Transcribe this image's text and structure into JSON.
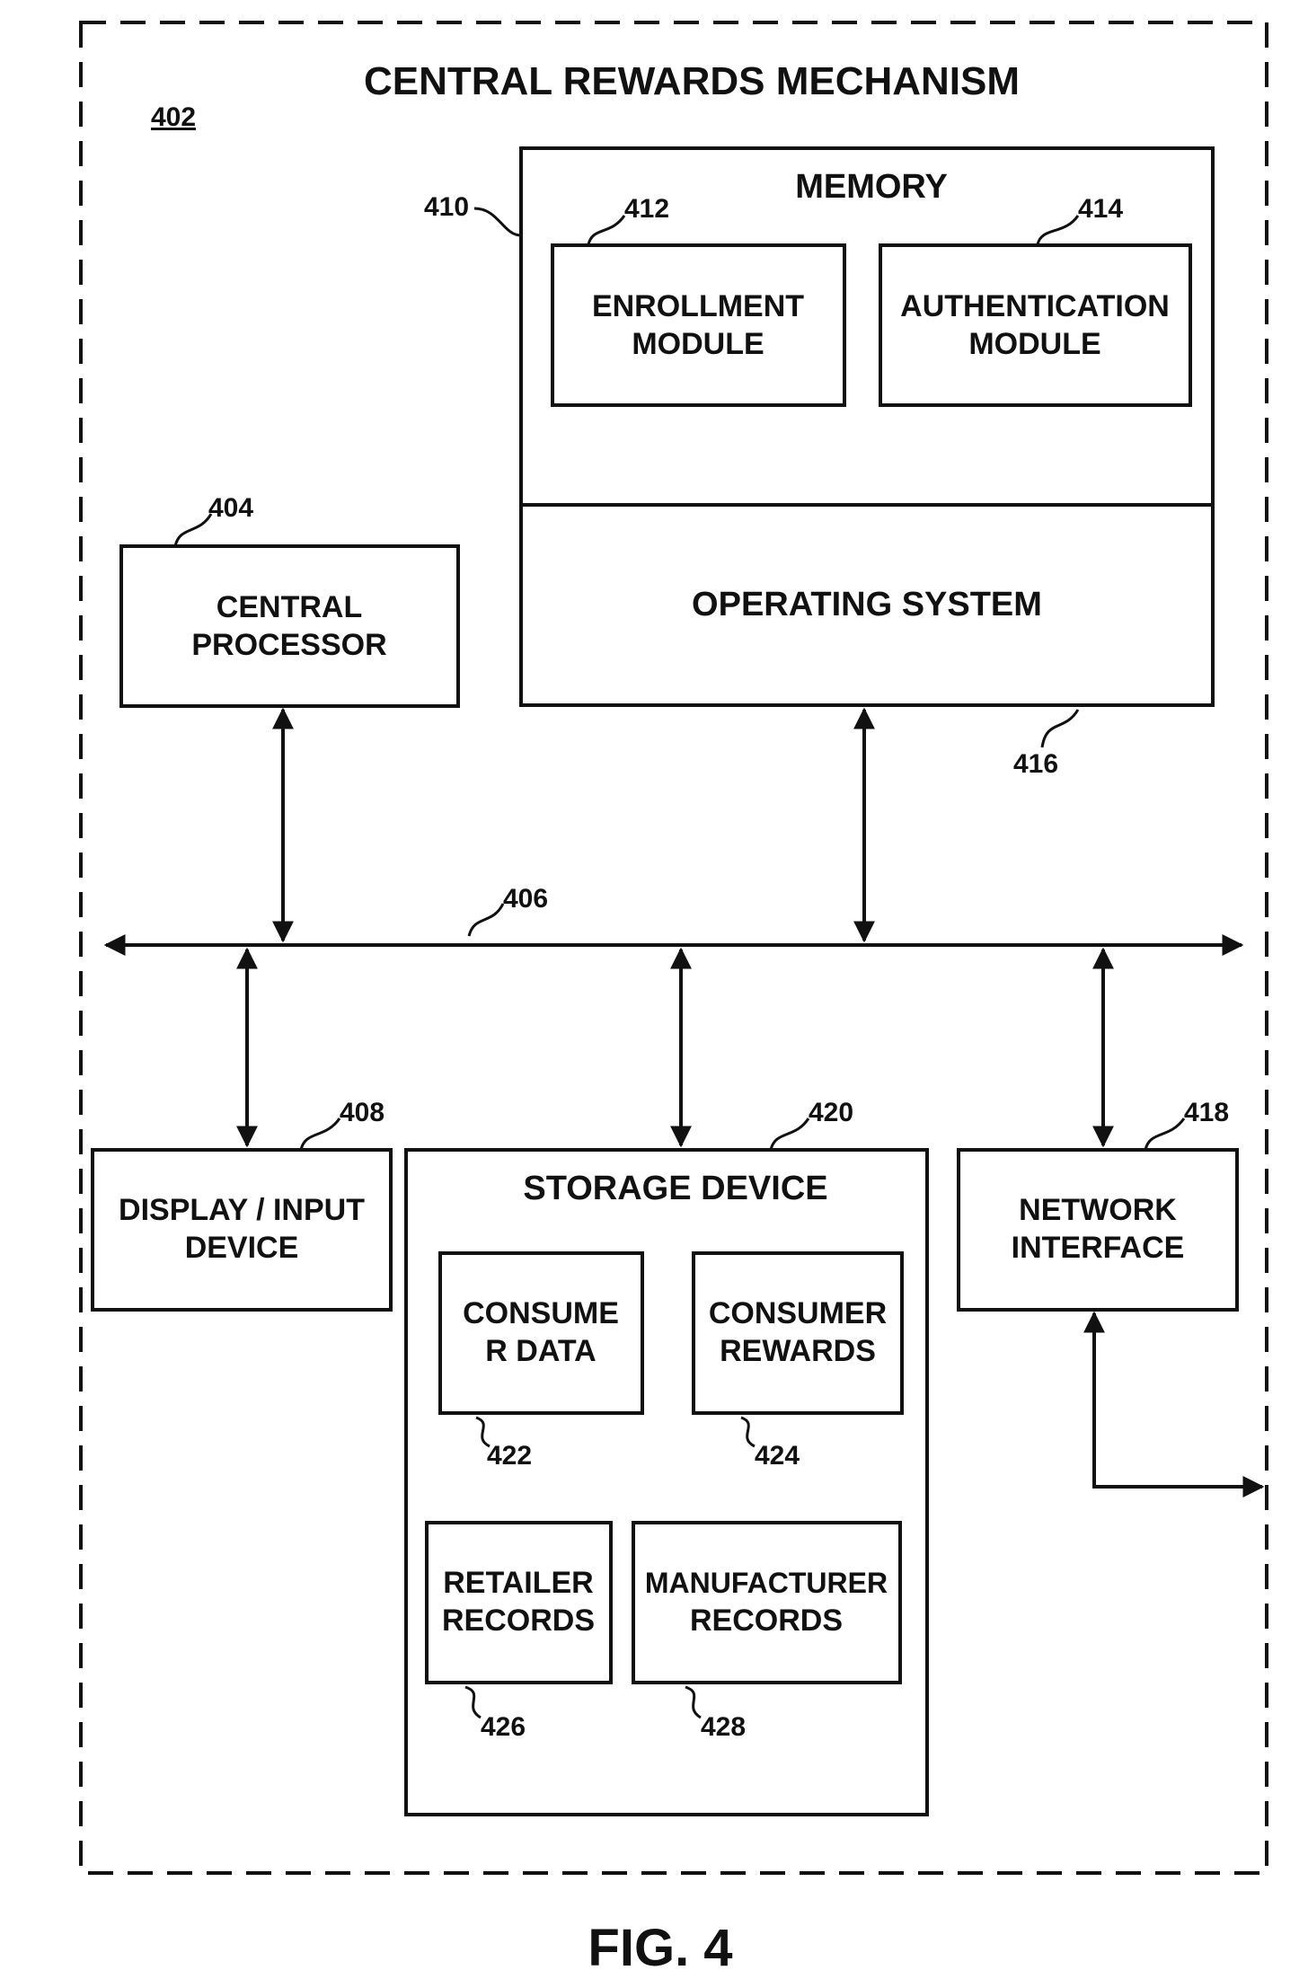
{
  "title": "CENTRAL REWARDS MECHANISM",
  "figure_label": "FIG. 4",
  "mechanism_ref": "402",
  "memory": {
    "ref": "410",
    "title": "MEMORY",
    "enrollment": {
      "ref": "412",
      "line1": "ENROLLMENT",
      "line2": "MODULE"
    },
    "authentication": {
      "ref": "414",
      "line1": "AUTHENTICATION",
      "line2": "MODULE"
    },
    "os": {
      "ref": "416",
      "label": "OPERATING SYSTEM"
    }
  },
  "processor": {
    "ref": "404",
    "line1": "CENTRAL",
    "line2": "PROCESSOR"
  },
  "bus": {
    "ref": "406"
  },
  "display": {
    "ref": "408",
    "line1": "DISPLAY / INPUT",
    "line2": "DEVICE"
  },
  "storage": {
    "ref": "420",
    "title": "STORAGE DEVICE",
    "consumer_data": {
      "ref": "422",
      "line1": "CONSUME",
      "line2": "R DATA"
    },
    "consumer_rewards": {
      "ref": "424",
      "line1": "CONSUMER",
      "line2": "REWARDS"
    },
    "retailer_records": {
      "ref": "426",
      "line1": "RETAILER",
      "line2": "RECORDS"
    },
    "manufacturer_records": {
      "ref": "428",
      "line1": "MANUFACTURER",
      "line2": "RECORDS"
    }
  },
  "network": {
    "ref": "418",
    "line1": "NETWORK",
    "line2": "INTERFACE"
  }
}
